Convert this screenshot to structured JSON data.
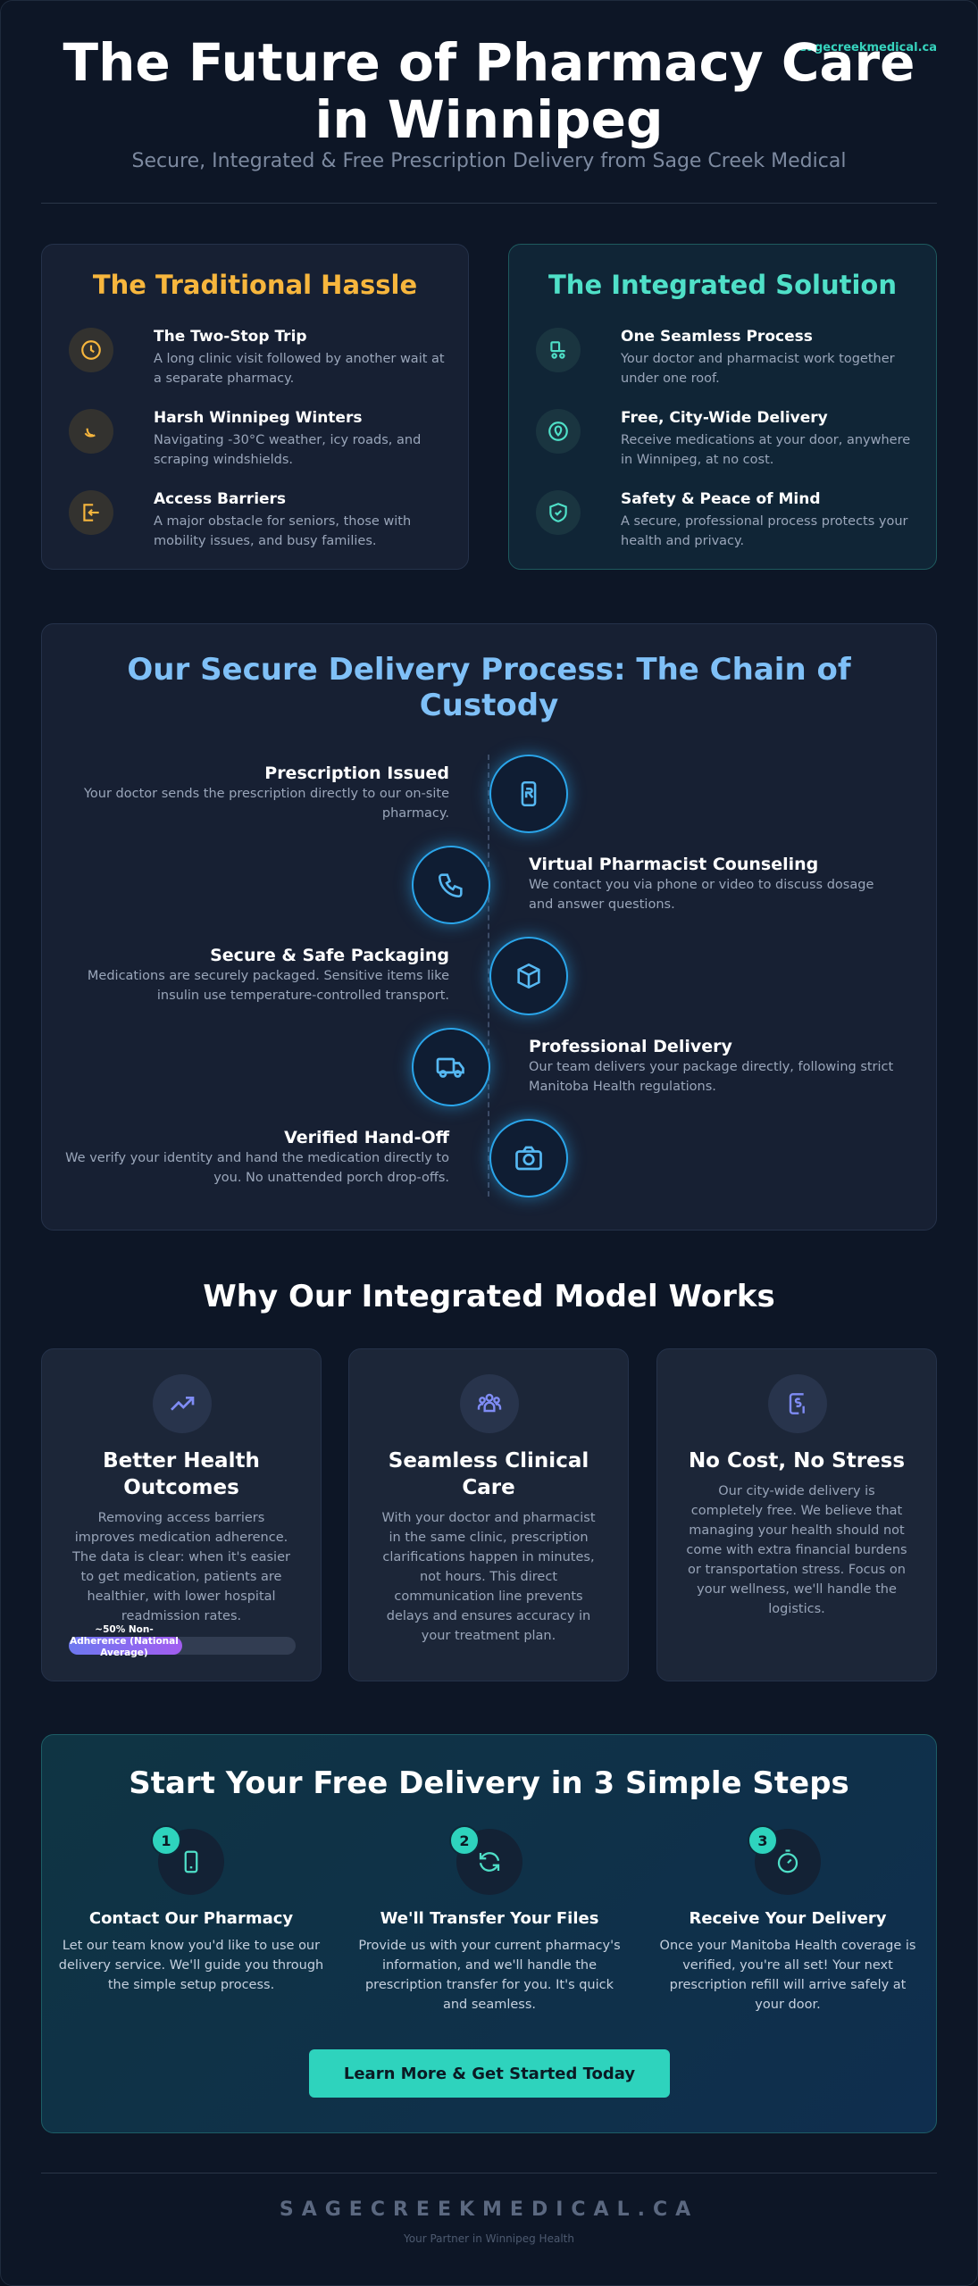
{
  "site": "sagecreekmedical.ca",
  "hero": {
    "title": "The Future of Pharmacy Care in Winnipeg",
    "subtitle": "Secure, Integrated & Free Prescription Delivery from Sage Creek Medical"
  },
  "comparison": {
    "traditional": {
      "title": "The Traditional Hassle",
      "color": "#f7b63d",
      "items": [
        {
          "icon": "clock-icon",
          "title": "The Two-Stop Trip",
          "desc": "A long clinic visit followed by another wait at a separate pharmacy."
        },
        {
          "icon": "snow-icon",
          "title": "Harsh Winnipeg Winters",
          "desc": "Navigating -30°C weather, icy roads, and scraping windshields."
        },
        {
          "icon": "door-exit-icon",
          "title": "Access Barriers",
          "desc": "A major obstacle for seniors, those with mobility issues, and busy families."
        }
      ]
    },
    "integrated": {
      "title": "The Integrated Solution",
      "color": "#4fe0c8",
      "items": [
        {
          "icon": "cart-icon",
          "title": "One Seamless Process",
          "desc": "Your doctor and pharmacist work together under one roof."
        },
        {
          "icon": "location-pin-icon",
          "title": "Free, City-Wide Delivery",
          "desc": "Receive medications at your door, anywhere in Winnipeg, at no cost."
        },
        {
          "icon": "shield-check-icon",
          "title": "Safety & Peace of Mind",
          "desc": "A secure, professional process protects your health and privacy."
        }
      ]
    }
  },
  "process": {
    "title": "Our Secure Delivery Process: The Chain of Custody",
    "steps": [
      {
        "icon": "prescription-icon",
        "title": "Prescription Issued",
        "desc": "Your doctor sends the prescription directly to our on-site pharmacy."
      },
      {
        "icon": "phone-icon",
        "title": "Virtual Pharmacist Counseling",
        "desc": "We contact you via phone or video to discuss dosage and answer questions."
      },
      {
        "icon": "package-icon",
        "title": "Secure & Safe Packaging",
        "desc": "Medications are securely packaged. Sensitive items like insulin use temperature-controlled transport."
      },
      {
        "icon": "truck-icon",
        "title": "Professional Delivery",
        "desc": "Our team delivers your package directly, following strict Manitoba Health regulations."
      },
      {
        "icon": "camera-icon",
        "title": "Verified Hand-Off",
        "desc": "We verify your identity and hand the medication directly to you. No unattended porch drop-offs."
      }
    ]
  },
  "why": {
    "title": "Why Our Integrated Model Works",
    "cards": [
      {
        "icon": "trending-up-icon",
        "title": "Better Health Outcomes",
        "desc": "Removing access barriers improves medication adherence. The data is clear: when it's easier to get medication, patients are healthier, with lower hospital readmission rates.",
        "bar_label": "~50% Non-Adherence (National Average)",
        "bar_value": 0.5
      },
      {
        "icon": "team-icon",
        "title": "Seamless Clinical Care",
        "desc": "With your doctor and pharmacist in the same clinic, prescription clarifications happen in minutes, not hours. This direct communication line prevents delays and ensures accuracy in your treatment plan."
      },
      {
        "icon": "dollar-device-icon",
        "title": "No Cost, No Stress",
        "desc": "Our city-wide delivery is completely free. We believe that managing your health should not come with extra financial burdens or transportation stress. Focus on your wellness, we'll handle the logistics."
      }
    ]
  },
  "start": {
    "title": "Start Your Free Delivery in 3 Simple Steps",
    "steps": [
      {
        "num": "1",
        "icon": "mobile-icon",
        "title": "Contact Our Pharmacy",
        "desc": "Let our team know you'd like to use our delivery service. We'll guide you through the simple setup process."
      },
      {
        "num": "2",
        "icon": "sync-icon",
        "title": "We'll Transfer Your Files",
        "desc": "Provide us with your current pharmacy's information, and we'll handle the prescription transfer for you. It's quick and seamless."
      },
      {
        "num": "3",
        "icon": "timer-icon",
        "title": "Receive Your Delivery",
        "desc": "Once your Manitoba Health coverage is verified, you're all set! Your next prescription refill will arrive safely at your door."
      }
    ],
    "cta_label": "Learn More & Get Started Today"
  },
  "footer": {
    "brand": "SAGECREEKMEDICAL.CA",
    "tagline": "Your Partner in Winnipeg Health"
  }
}
